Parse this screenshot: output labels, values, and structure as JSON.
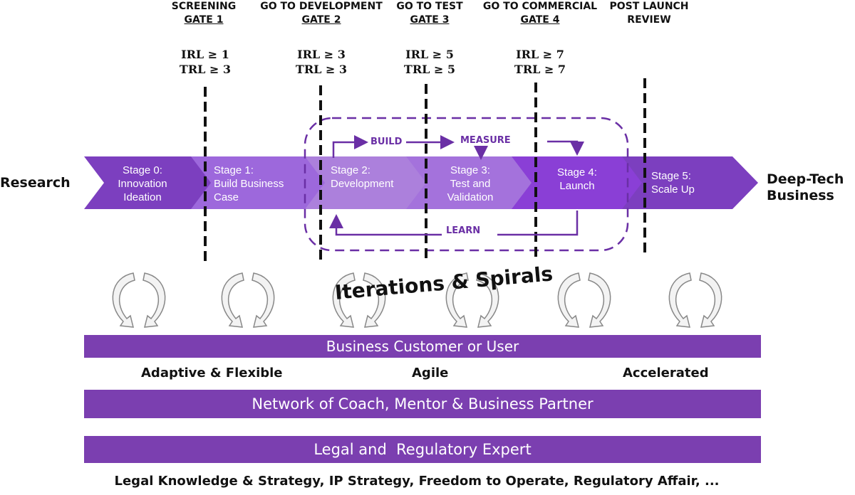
{
  "gates": [
    {
      "title": "SCREENING",
      "subtitle": "GATE 1",
      "irl": "IRL ≥ 1",
      "trl": "TRL ≥ 3"
    },
    {
      "title": "GO TO DEVELOPMENT",
      "subtitle": "GATE 2",
      "irl": "IRL ≥ 3",
      "trl": "TRL ≥ 3"
    },
    {
      "title": "GO TO TEST",
      "subtitle": "GATE 3",
      "irl": "IRL ≥ 5",
      "trl": "TRL ≥ 5"
    },
    {
      "title": "GO TO COMMERCIAL",
      "subtitle": "GATE 4",
      "irl": "IRL ≥ 7",
      "trl": "TRL ≥ 7"
    },
    {
      "title": "POST LAUNCH",
      "subtitle": "REVIEW"
    }
  ],
  "flow": {
    "start": "Research",
    "end": "Deep-Tech\nBusiness"
  },
  "stages": [
    {
      "label": "Stage 0:\nInnovation\nIdeation"
    },
    {
      "label": "Stage 1:\nBuild Business\nCase"
    },
    {
      "label": "Stage 2:\nDevelopment"
    },
    {
      "label": "Stage 3:\nTest and\nValidation"
    },
    {
      "label": "Stage 4:\nLaunch"
    },
    {
      "label": "Stage 5:\nScale Up"
    }
  ],
  "loop": {
    "build": "BUILD",
    "measure": "MEASURE",
    "learn": "LEARN"
  },
  "iterations_label": "Iterations & Spirals",
  "bars": {
    "customer": "Business Customer or User",
    "network": "Network of Coach, Mentor & Business Partner",
    "legal": "Legal and  Regulatory Expert"
  },
  "approaches": {
    "adaptive": "Adaptive & Flexible",
    "agile": "Agile",
    "accelerated": "Accelerated"
  },
  "footer": "Legal Knowledge & Strategy, IP Strategy, Freedom to Operate, Regulatory Affair, ...",
  "colors": {
    "stage_dark": "#7c3fbf",
    "stage_light": "#a16fd8",
    "loop": "#6a2fa5",
    "bar": "#7b3fb0"
  }
}
